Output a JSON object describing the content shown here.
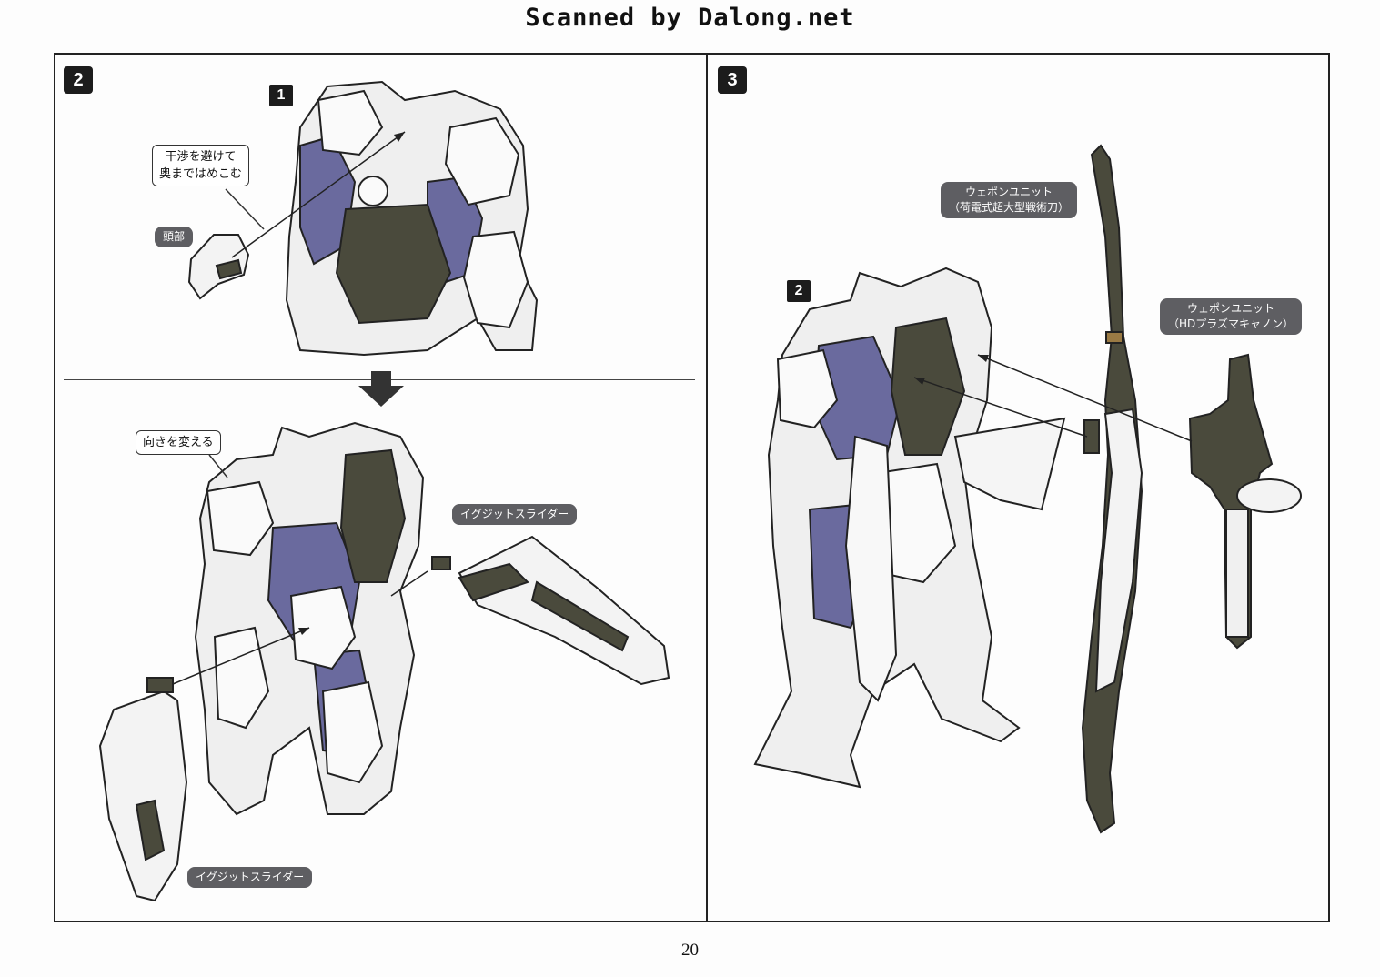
{
  "watermark": "Scanned by Dalong.net",
  "page_number": "20",
  "step2": {
    "badge": "2",
    "sub_badge": "1",
    "note_interference": "干渉を避けて\n奥まではめこむ",
    "label_head": "頭部",
    "note_turn": "向きを変える",
    "label_slider_top": "イグジットスライダー",
    "label_slider_bottom": "イグジットスライダー"
  },
  "step3": {
    "badge": "3",
    "sub_badge": "2",
    "label_weapon_sword": "ウェポンユニット\n（荷電式超大型戦術刀）",
    "label_weapon_cannon": "ウェポンユニット\n（HDプラズマキャノン）"
  },
  "colors": {
    "armor_white": "#f1f1f1",
    "armor_purple": "#6a6a9e",
    "frame_olive": "#4a4a3c",
    "badge_dark": "#1c1c1c",
    "tag_gray": "#5e5e62"
  }
}
